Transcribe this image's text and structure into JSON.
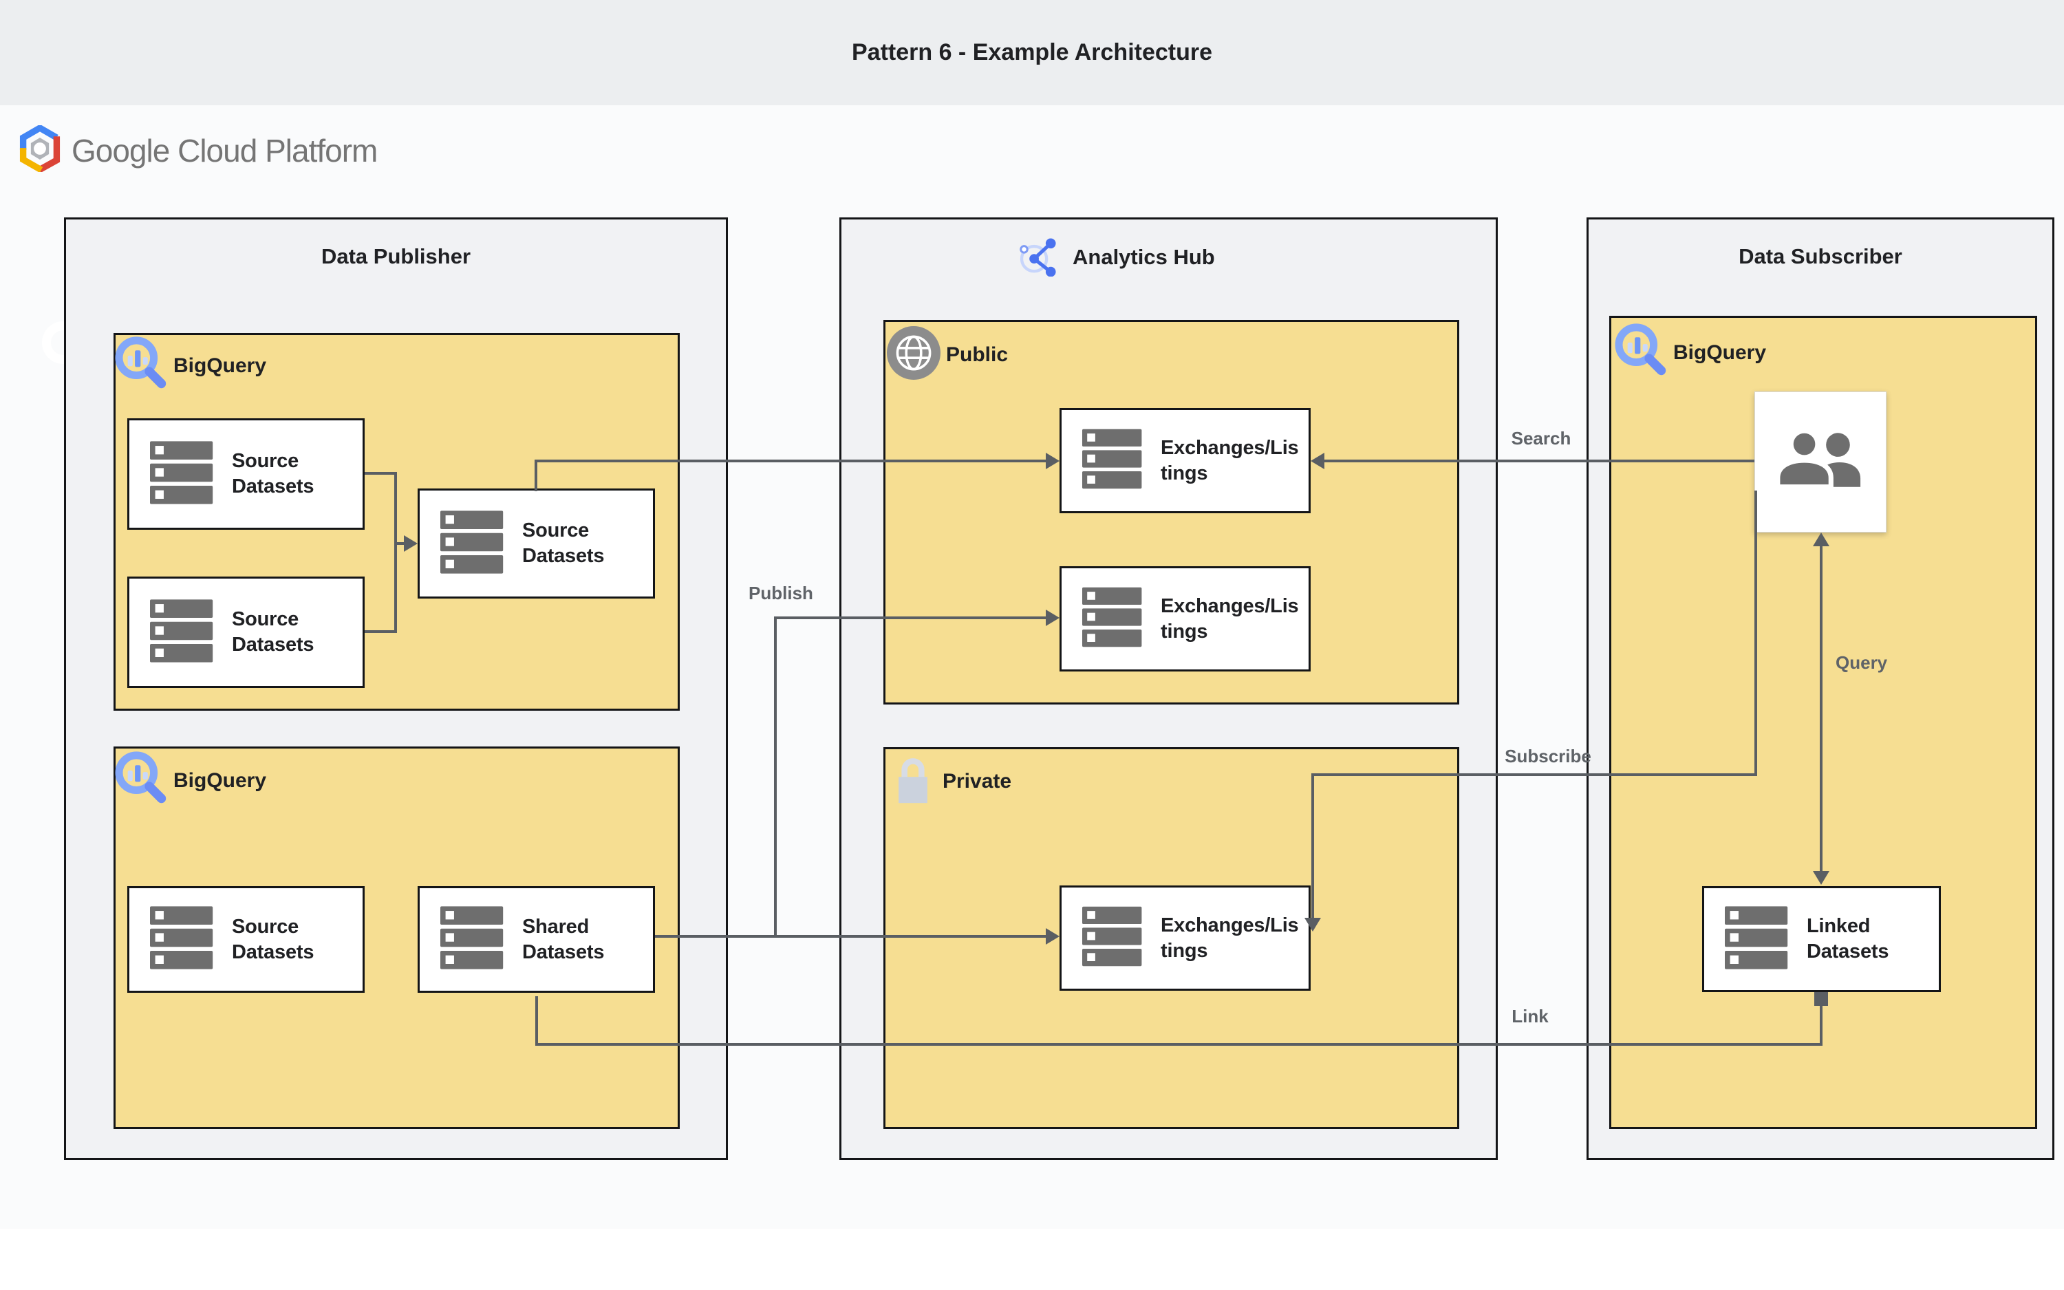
{
  "page": {
    "title": "Pattern 6 - Example Architecture"
  },
  "brand": {
    "name": "Google Cloud Platform"
  },
  "colors": {
    "band": "#ECEEF0",
    "page_background": "#FAFBFC",
    "container_fill": "#F1F2F4",
    "group_yellow": "#F6DE92",
    "edge_gray": "#5A5E63",
    "label_gray": "#5F6368",
    "text_dark": "#202124",
    "bigquery_blue": "#6D96F7",
    "hub_blue": "#4A72EF"
  },
  "containers": {
    "publisher": {
      "title": "Data Publisher"
    },
    "hub": {
      "title": "Analytics Hub"
    },
    "subscriber": {
      "title": "Data Subscriber"
    }
  },
  "groups": {
    "publisher_bq_top": {
      "label": "BigQuery",
      "icon": "bigquery-icon"
    },
    "publisher_bq_bottom": {
      "label": "BigQuery",
      "icon": "bigquery-icon"
    },
    "hub_public": {
      "label": "Public",
      "icon": "globe-icon"
    },
    "hub_private": {
      "label": "Private",
      "icon": "lock-icon"
    },
    "subscriber_bq": {
      "label": "BigQuery",
      "icon": "bigquery-icon"
    }
  },
  "nodes": {
    "source_top_1": {
      "label": "Source Datasets",
      "lines": [
        "Source",
        "Datasets"
      ],
      "icon": "datasets-icon"
    },
    "source_top_2": {
      "label": "Source Datasets",
      "lines": [
        "Source",
        "Datasets"
      ],
      "icon": "datasets-icon"
    },
    "source_merged": {
      "label": "Source Datasets",
      "lines": [
        "Source",
        "Datasets"
      ],
      "icon": "datasets-icon"
    },
    "source_bottom": {
      "label": "Source Datasets",
      "lines": [
        "Source",
        "Datasets"
      ],
      "icon": "datasets-icon"
    },
    "shared_datasets": {
      "label": "Shared Datasets",
      "lines": [
        "Shared",
        "Datasets"
      ],
      "icon": "datasets-icon"
    },
    "exchange_public_1": {
      "label": "Exchanges/Listings",
      "lines": [
        "Exchanges/Lis",
        "tings"
      ],
      "icon": "datasets-icon"
    },
    "exchange_public_2": {
      "label": "Exchanges/Listings",
      "lines": [
        "Exchanges/Lis",
        "tings"
      ],
      "icon": "datasets-icon"
    },
    "exchange_private": {
      "label": "Exchanges/Listings",
      "lines": [
        "Exchanges/Lis",
        "tings"
      ],
      "icon": "datasets-icon"
    },
    "linked_datasets": {
      "label": "Linked Datasets",
      "lines": [
        "Linked",
        "Datasets"
      ],
      "icon": "datasets-icon"
    },
    "subscriber_users": {
      "icon": "people-icon"
    }
  },
  "edges": {
    "search": {
      "label": "Search"
    },
    "publish": {
      "label": "Publish"
    },
    "subscribe": {
      "label": "Subscribe"
    },
    "query": {
      "label": "Query"
    },
    "link": {
      "label": "Link"
    }
  }
}
